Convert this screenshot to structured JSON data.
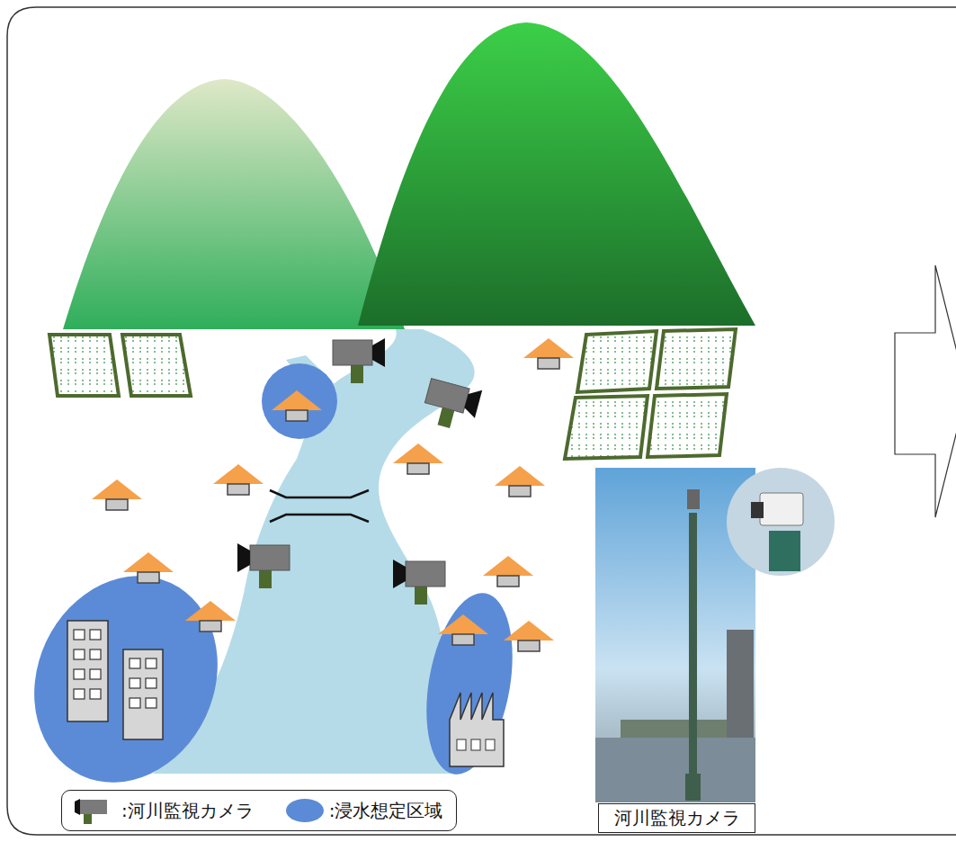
{
  "diagram": {
    "nodes": [
      {
        "text": [
          "河川監視カメラ"
        ]
      }
    ],
    "legend": [
      {
        "text": ":河川監視カメラ"
      },
      {
        "text": ":浸水想定区域",
        "color": "#5b8bd6"
      }
    ]
  }
}
